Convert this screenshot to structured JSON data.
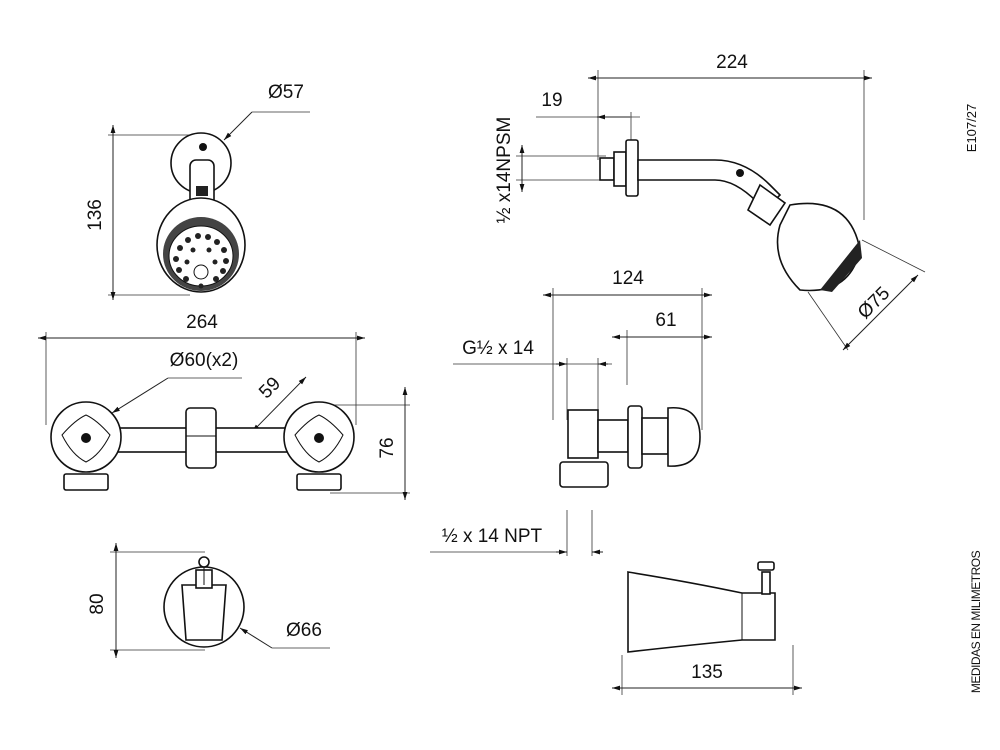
{
  "drawing": {
    "code": "E107/27",
    "units_note": "MEDIDAS EN MILIMETROS"
  },
  "shower_head_front": {
    "flange_diameter": "Ø57",
    "height": "136"
  },
  "shower_arm_side": {
    "length": "224",
    "thread_length": "19",
    "thread_spec": "½ x14NPSM",
    "head_diameter": "Ø75"
  },
  "valve_front": {
    "overall_width": "264",
    "handle_diameter": "Ø60(x2)",
    "distance": "59",
    "height": "76"
  },
  "valve_side": {
    "depth": "124",
    "handle_depth": "61",
    "inlet_thread": "G½ x 14",
    "outlet_thread": "½ x 14 NPT"
  },
  "spout_front": {
    "height": "80",
    "diameter": "Ø66"
  },
  "spout_side": {
    "length": "135"
  }
}
